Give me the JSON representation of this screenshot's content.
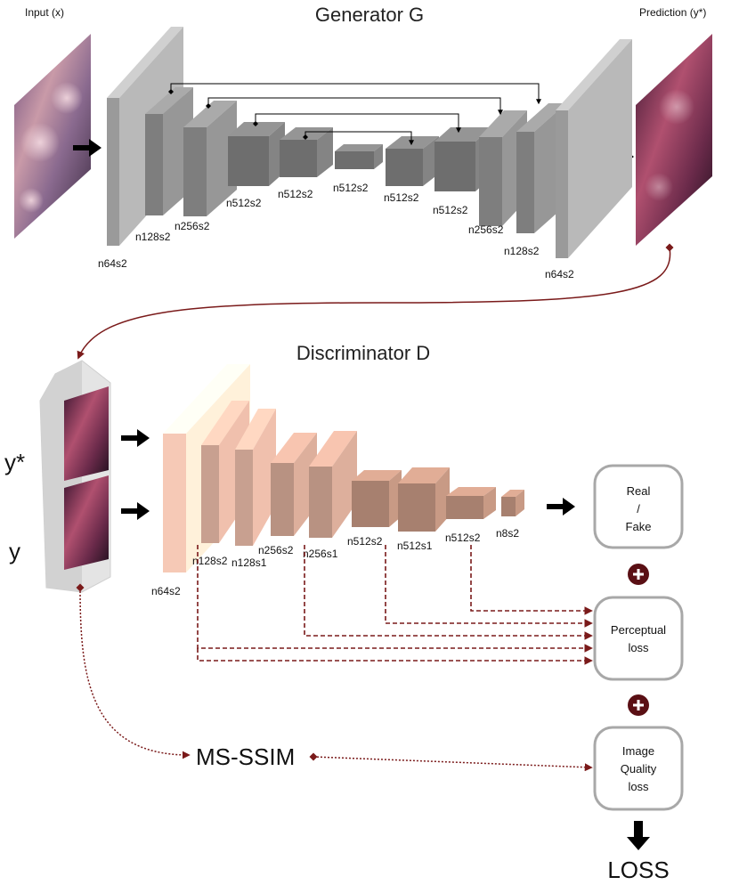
{
  "generator": {
    "title": "Generator G",
    "input_label": "Input (x)",
    "prediction_label": "Prediction (y*)",
    "layers": [
      "n64s2",
      "n128s2",
      "n256s2",
      "n512s2",
      "n512s2",
      "n512s2",
      "n512s2",
      "n512s2",
      "n256s2",
      "n128s2",
      "n64s2"
    ]
  },
  "discriminator": {
    "title": "Discriminator D",
    "input_labels": [
      "y*",
      "y"
    ],
    "layers": [
      "n64s2",
      "n128s2",
      "n128s1",
      "n256s2",
      "n256s1",
      "n512s2",
      "n512s1",
      "n512s2",
      "n8s2"
    ]
  },
  "losses": {
    "real_fake": [
      "Real",
      "/",
      "Fake"
    ],
    "perceptual": [
      "Perceptual",
      "loss"
    ],
    "image_quality": [
      "Image",
      "Quality",
      "loss"
    ],
    "ms_ssim": "MS-SSIM",
    "total": "LOSS"
  },
  "colors": {
    "generator_block": "#8a8a8a",
    "discriminator_block": "#c9a294",
    "loss_arrow": "#7a1a1a",
    "plus_circle": "#5a0f14"
  }
}
